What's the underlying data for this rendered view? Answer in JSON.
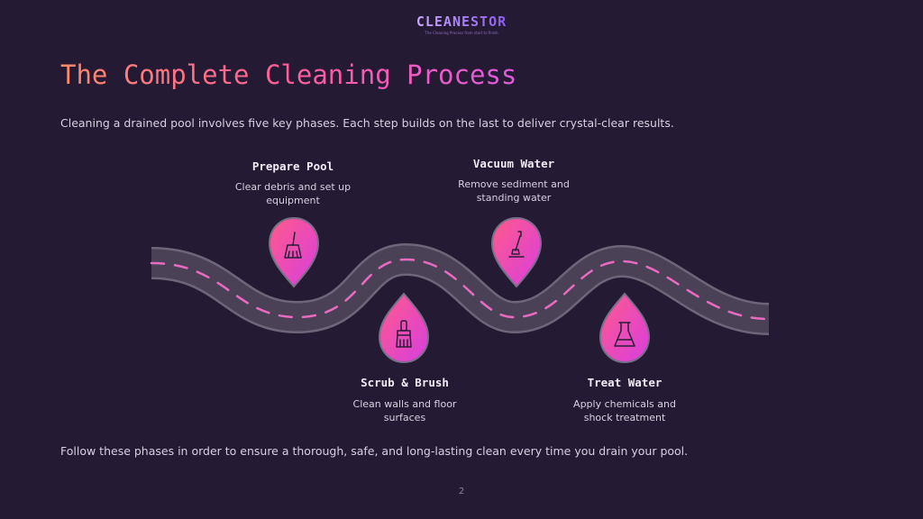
{
  "brand": {
    "name": "CLEANESTOR",
    "tagline": "The Cleaning Process from start to finish"
  },
  "slide": {
    "title": "The Complete Cleaning Process",
    "intro": "Cleaning a drained pool involves five key phases. Each step builds on the last to deliver crystal-clear results.",
    "outro": "Follow these phases in order to ensure a thorough, safe, and long-lasting clean every time you drain your pool.",
    "page_number": "2"
  },
  "steps": [
    {
      "title": "Prepare Pool",
      "desc": "Clear debris and set up equipment",
      "icon": "broom-icon"
    },
    {
      "title": "Scrub & Brush",
      "desc": "Clean walls and floor surfaces",
      "icon": "brush-icon"
    },
    {
      "title": "Vacuum Water",
      "desc": "Remove sediment and standing water",
      "icon": "vacuum-icon"
    },
    {
      "title": "Treat Water",
      "desc": "Apply chemicals and shock treatment",
      "icon": "flask-icon"
    }
  ],
  "colors": {
    "background": "#251a33",
    "road": "#4a4156",
    "road_dash": "#e96bc0",
    "pin_gradient_start": "#ff5a8a",
    "pin_gradient_end": "#d83ee0"
  }
}
